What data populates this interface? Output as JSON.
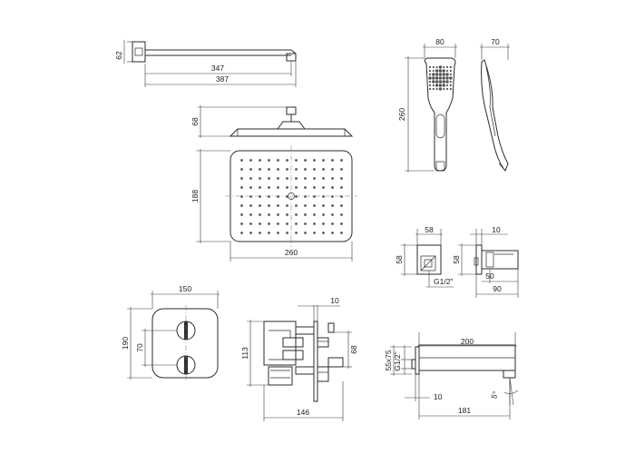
{
  "diagram": {
    "ceiling_arm": {
      "dims": {
        "height": "62",
        "inner_length": "347",
        "total_length": "387"
      }
    },
    "rain_shower": {
      "dims": {
        "profile_height": "68",
        "depth": "188",
        "width": "260"
      }
    },
    "hand_shower": {
      "dims": {
        "front_width": "80",
        "side_width": "70",
        "length": "260"
      }
    },
    "wall_outlet": {
      "dims": {
        "front_width": "58",
        "front_height": "58",
        "thread": "G1/2\"",
        "side_depth": "10",
        "side_height": "58",
        "outlet_offset": "50",
        "total_depth": "90"
      }
    },
    "mixer_plate": {
      "dims": {
        "width": "150",
        "height": "190",
        "handle_spacing": "70"
      }
    },
    "mixer_body": {
      "dims": {
        "plate_thickness": "10",
        "body_height": "113",
        "outlet_height": "68",
        "body_depth": "146"
      }
    },
    "spout": {
      "dims": {
        "length": "200",
        "thread": "G1/2\"",
        "wall_range": "55x75",
        "nut_depth": "10",
        "total_length": "181",
        "angle": "5°"
      }
    }
  }
}
